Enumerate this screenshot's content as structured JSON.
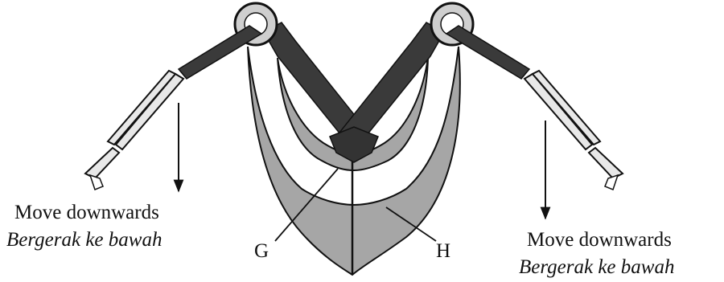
{
  "labels": {
    "left_en": "Move downwards",
    "left_ms": "Bergerak ke bawah",
    "right_en": "Move downwards",
    "right_ms": "Bergerak ke bawah",
    "g": "G",
    "h": "H"
  },
  "colors": {
    "bone": "#3a3a3a",
    "muscle": "#a6a6a6",
    "outline": "#111111",
    "background": "#ffffff"
  }
}
